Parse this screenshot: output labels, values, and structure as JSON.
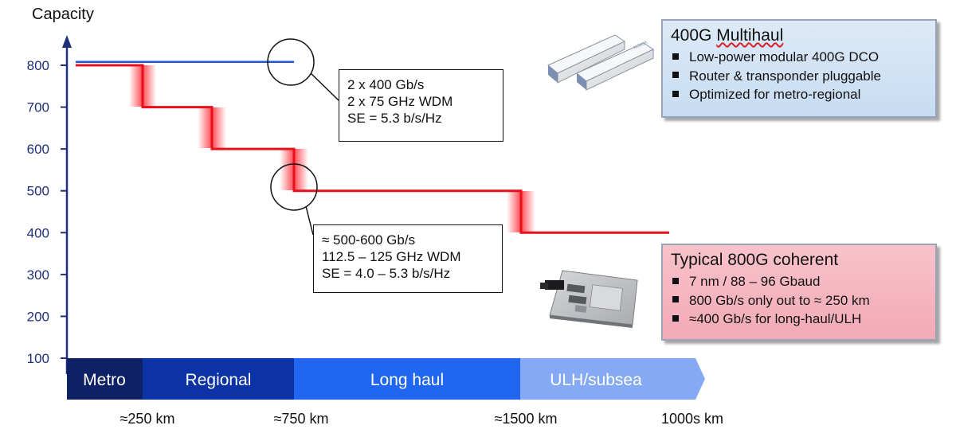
{
  "chart_data": {
    "type": "line",
    "ylabel": "Capacity",
    "yticks": [
      100,
      200,
      300,
      400,
      500,
      600,
      700,
      800
    ],
    "ylim": [
      100,
      850
    ],
    "distance_bands": [
      "Metro",
      "Regional",
      "Long haul",
      "ULH/subsea"
    ],
    "xtick_labels": [
      "≈250 km",
      "≈750 km",
      "≈1500 km",
      "1000s km"
    ],
    "series": [
      {
        "points": [
          {
            "x_label": "start",
            "y": 808
          },
          {
            "x_label": "≈750 km",
            "y": 808
          }
        ],
        "color": "#2255dd"
      },
      {
        "points": [
          {
            "x_label": "start",
            "y": 800
          },
          {
            "x_label": "Metro / Regional",
            "y": 800
          },
          {
            "x_label": "Metro / Regional",
            "y": 700
          },
          {
            "x_label": "Regional",
            "y": 700
          },
          {
            "x_label": "Regional",
            "y": 600
          },
          {
            "x_label": "≈750 km",
            "y": 600
          },
          {
            "x_label": "≈750 km",
            "y": 500
          },
          {
            "x_label": "≈1500 km",
            "y": 500
          },
          {
            "x_label": "≈1500 km",
            "y": 400
          },
          {
            "x_label": "1000s km",
            "y": 400
          }
        ],
        "color": "#e8101a"
      }
    ],
    "annotations": [
      {
        "lines": [
          "2 x 400 Gb/s",
          "2 x 75 GHz WDM",
          "SE = 5.3 b/s/Hz"
        ]
      },
      {
        "lines": [
          "≈ 500-600 Gb/s",
          "112.5 – 125 GHz WDM",
          "SE = 4.0 – 5.3 b/s/Hz"
        ]
      }
    ]
  },
  "info_boxes": {
    "multihaul": {
      "title_prefix": "400G ",
      "title_word": "Multihaul",
      "bullets": [
        "Low-power modular 400G DCO",
        "Router & transponder pluggable",
        "Optimized for metro-regional"
      ],
      "color": "#d3e3f5"
    },
    "coherent": {
      "title": "Typical 800G coherent",
      "bullets": [
        "7 nm / 88 – 96 Gbaud",
        "800 Gb/s only out to ≈ 250 km",
        "≈400 Gb/s for long-haul/ULH"
      ],
      "color": "#f4b5bf"
    }
  },
  "module_logo_text": "NOKIA",
  "colors": {
    "axis": "#1f2f7a",
    "upper": "#2255dd",
    "lower": "#e8101a",
    "metro": "#0f2166",
    "regional": "#0c33a6",
    "longhaul": "#2166f0",
    "ulh": "#85aaf5"
  }
}
